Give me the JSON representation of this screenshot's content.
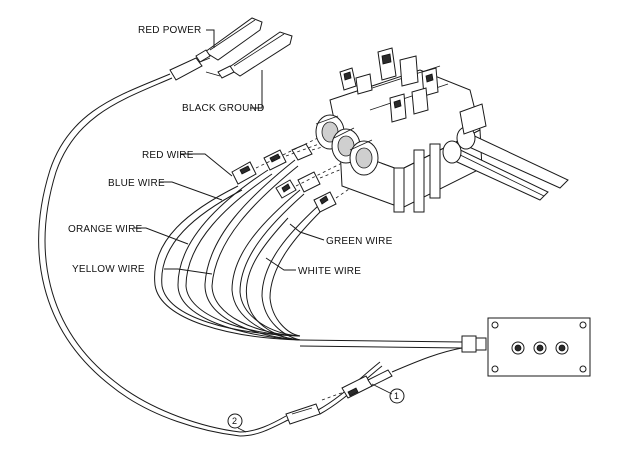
{
  "labels": {
    "red_power": "RED POWER",
    "black_ground": "BLACK GROUND",
    "red_wire": "RED WIRE",
    "blue_wire": "BLUE WIRE",
    "orange_wire": "ORANGE WIRE",
    "yellow_wire": "YELLOW WIRE",
    "green_wire": "GREEN WIRE",
    "white_wire": "WHITE WIRE"
  },
  "callouts": {
    "one": "1",
    "two": "2"
  }
}
